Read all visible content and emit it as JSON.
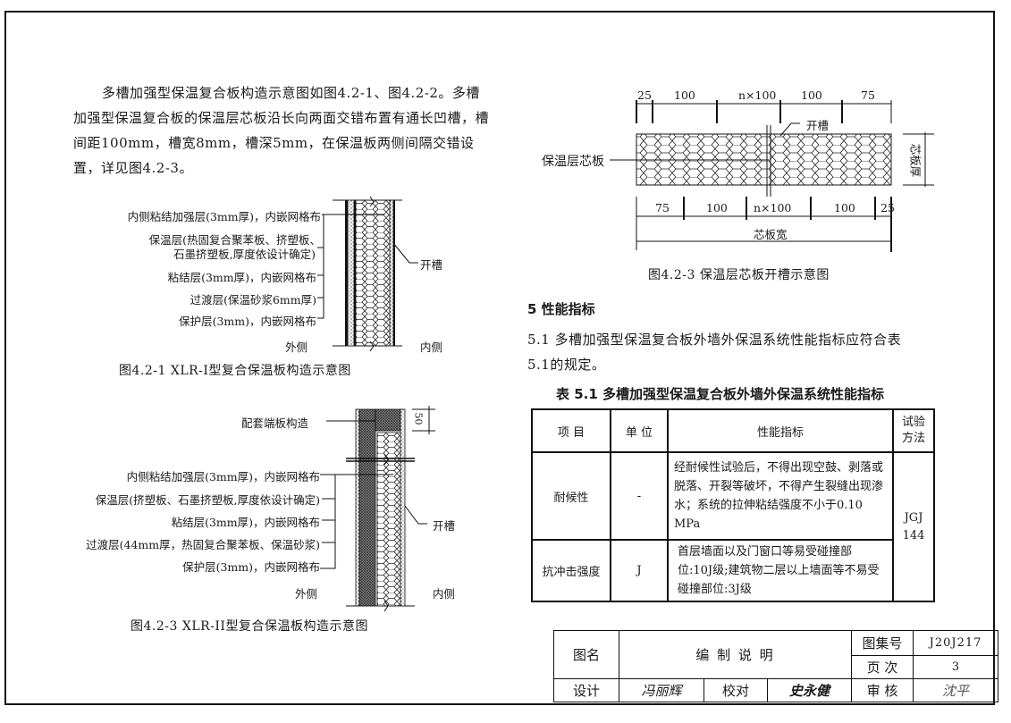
{
  "intro_paragraph": "多槽加强型保温复合板构造示意图如图4.2-1、图4.2-2。多槽加强型保温复合板的保温层芯板沿长向两面交错布置有通长凹槽，槽间距100mm，槽宽8mm，槽深5mm，在保温板两侧间隔交错设置，详见图4.2-3。",
  "figure_1": {
    "caption": "图4.2-1   XLR-I型复合保温板构造示意图",
    "labels": [
      "内侧粘结加强层(3mm厚)，内嵌网格布",
      "保温层(热固复合聚苯板、挤塑板、",
      "石墨挤塑板,厚度依设计确定)",
      "粘结层(3mm厚)，内嵌网格布",
      "过渡层(保温砂浆6mm厚)",
      "保护层(3mm)，内嵌网格布"
    ],
    "groove_label": "开槽",
    "outside_label": "外侧",
    "inside_label": "内侧"
  },
  "figure_2": {
    "caption": "图4.2-3   XLR-II型复合保温板构造示意图",
    "end_plate_label": "配套端板构造",
    "dimension": "50",
    "labels": [
      "内侧粘结加强层(3mm厚)，内嵌网格布",
      "保温层(挤塑板、石墨挤塑板,厚度依设计确定)",
      "粘结层(3mm厚)，内嵌网格布",
      "过渡层(44mm厚，热固复合聚苯板、保温砂浆)",
      "保护层(3mm)，内嵌网格布"
    ],
    "groove_label": "开槽",
    "outside_label": "外侧",
    "inside_label": "内侧"
  },
  "figure_3": {
    "caption": "图4.2-3   保温层芯板开槽示意图",
    "core_label": "保温层芯板",
    "groove_label": "开槽",
    "thickness_label": "芯板厚",
    "width_label": "芯板宽",
    "top_dims": [
      "25",
      "100",
      "n×100",
      "100",
      "75"
    ],
    "bottom_dims": [
      "75",
      "100",
      "n×100",
      "100",
      "25"
    ]
  },
  "section5": {
    "heading": "5  性能指标",
    "clause": "5.1   多槽加强型保温复合板外墙外保温系统性能指标应符合表5.1的规定。"
  },
  "table_5_1": {
    "title": "表 5.1  多槽加强型保温复合板外墙外保温系统性能指标",
    "headers": [
      "项  目",
      "单  位",
      "性能指标",
      "试验方法"
    ],
    "rows": [
      {
        "item": "耐候性",
        "unit": "-",
        "spec": "经耐候性试验后，不得出现空鼓、剥落或脱落、开裂等破坏，不得产生裂缝出现渗水；系统的拉伸粘结强度不小于0.10 MPa"
      },
      {
        "item": "抗冲击强度",
        "unit": "J",
        "spec": "首层墙面以及门窗口等易受碰撞部位:10J级;建筑物二层以上墙面等不易受碰撞部位:3J级"
      }
    ],
    "method": "JGJ 144"
  },
  "title_block": {
    "drawing_name_label": "图名",
    "drawing_name": "编 制 说 明",
    "atlas_no_label": "图集号",
    "atlas_no": "J20J217",
    "page_label": "页  次",
    "page": "3",
    "design_label": "设计",
    "design_sig": "冯丽辉",
    "check_label": "校对",
    "check_sig": "史永健",
    "review_label": "审  核",
    "review_sig": "沈平"
  }
}
